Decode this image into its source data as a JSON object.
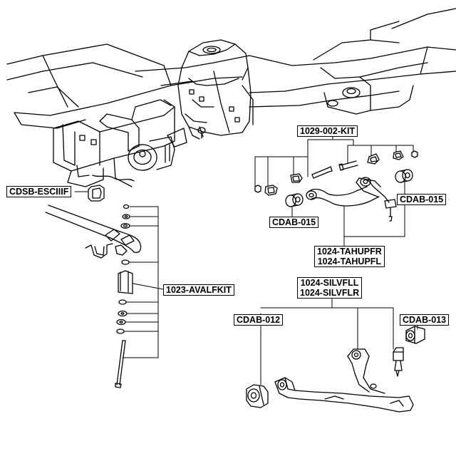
{
  "labels": {
    "stab_bushing": "CDSB-ESCIIIF",
    "stab_link_kit": "1023-AVALFKIT",
    "upper_arm_kit": "1029-002-KIT",
    "upper_arm_bushing_right": "CDAB-015",
    "upper_arm_bushing_left": "CDAB-015",
    "upper_arm_right": "1024-TAHUPFR",
    "upper_arm_left": "1024-TAHUPFL",
    "lower_arm_left": "1024-SILVFLL",
    "lower_arm_right": "1024-SILVFLR",
    "lower_arm_bushing_front": "CDAB-012",
    "lower_arm_bushing_rear": "CDAB-013"
  },
  "colors": {
    "line": "#000000",
    "background": "#ffffff"
  }
}
